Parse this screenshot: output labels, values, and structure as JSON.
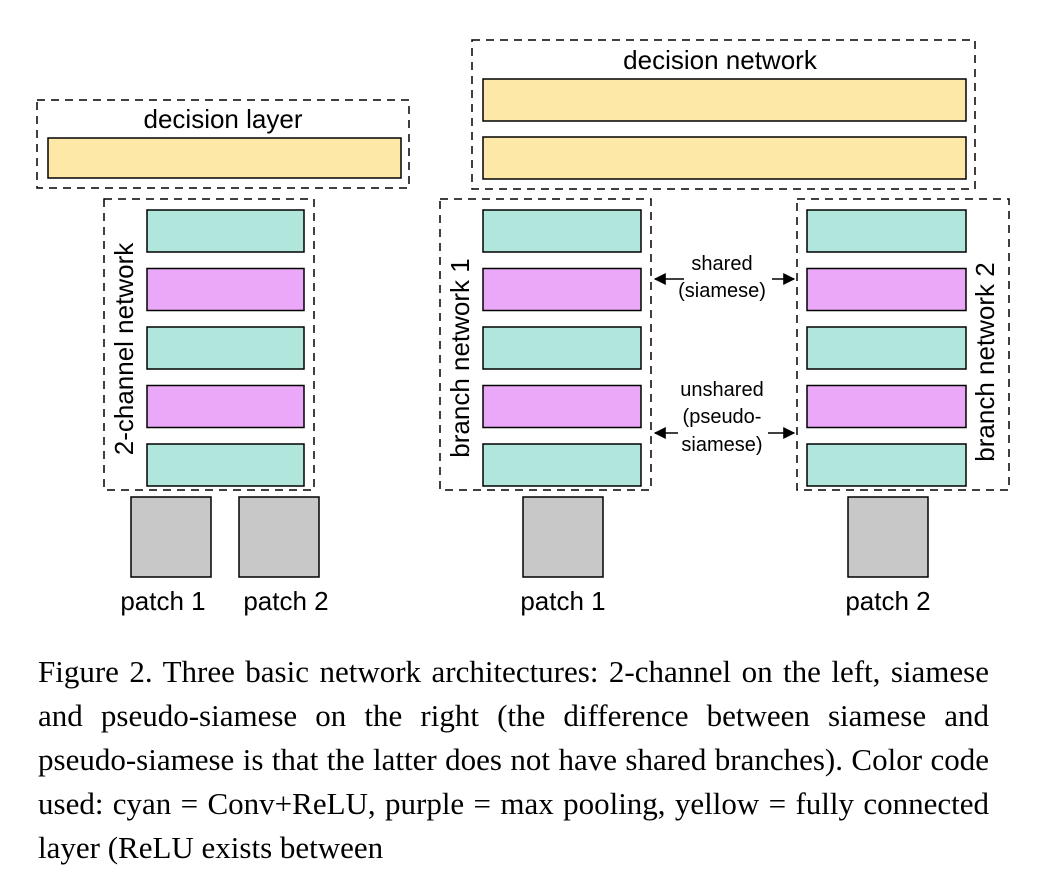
{
  "colors": {
    "conv": "#b0e6dc",
    "pool": "#eca8f8",
    "fc": "#fde8a8",
    "patch": "#c8c8c8",
    "dash": "#000000"
  },
  "left": {
    "decision_label": "decision layer",
    "network_label": "2-channel network",
    "patch_labels": [
      "patch 1",
      "patch 2"
    ]
  },
  "right": {
    "decision_label": "decision network",
    "branch1_label": "branch network 1",
    "branch2_label": "branch network 2",
    "shared_lines": [
      "shared",
      "(siamese)"
    ],
    "unshared_lines": [
      "unshared",
      "(pseudo-",
      "siamese)"
    ],
    "patch_labels": [
      "patch 1",
      "patch 2"
    ]
  },
  "layer_stack": [
    "conv",
    "pool",
    "conv",
    "pool",
    "conv"
  ],
  "caption": {
    "figure_label": "Figure 2.",
    "text": "Three basic network architectures: 2-channel on the left, siamese and pseudo-siamese on the right (the difference between siamese and pseudo-siamese is that the latter does not have shared branches). Color code used: cyan = Conv+ReLU, purple = max pooling, yellow = fully connected layer (ReLU exists between"
  }
}
